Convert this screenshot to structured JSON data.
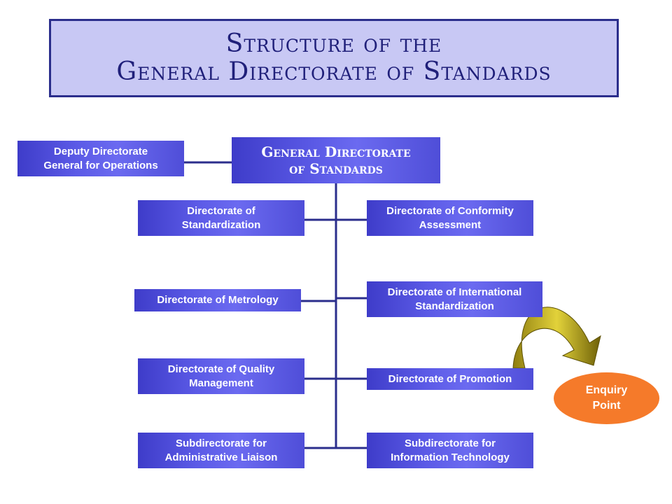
{
  "title": {
    "line1": "Structure of the",
    "line2": "General Directorate of Standards"
  },
  "main": {
    "line1": "General Directorate",
    "line2": "of Standards"
  },
  "deputy": {
    "line1": "Deputy Directorate",
    "line2": "General for Operations"
  },
  "left": {
    "standardization": {
      "line1": "Directorate of",
      "line2": "Standardization"
    },
    "metrology": {
      "line1": "Directorate of Metrology"
    },
    "quality": {
      "line1": "Directorate of Quality",
      "line2": "Management"
    },
    "admin": {
      "line1": "Subdirectorate for",
      "line2": "Administrative Liaison"
    }
  },
  "right": {
    "conformity": {
      "line1": "Directorate of Conformity",
      "line2": "Assessment"
    },
    "international": {
      "line1": "Directorate of International",
      "line2": "Standardization"
    },
    "promotion": {
      "line1": "Directorate of Promotion"
    },
    "it": {
      "line1": "Subdirectorate for",
      "line2": "Information Technology"
    }
  },
  "enquiry": {
    "line1": "Enquiry",
    "line2": "Point"
  },
  "colors": {
    "line": "#2b2e8c",
    "box": "#5b5ae6",
    "title_bg": "#c8c8f4",
    "enquiry": "#f57a2a",
    "arrow": "#c8b418"
  }
}
